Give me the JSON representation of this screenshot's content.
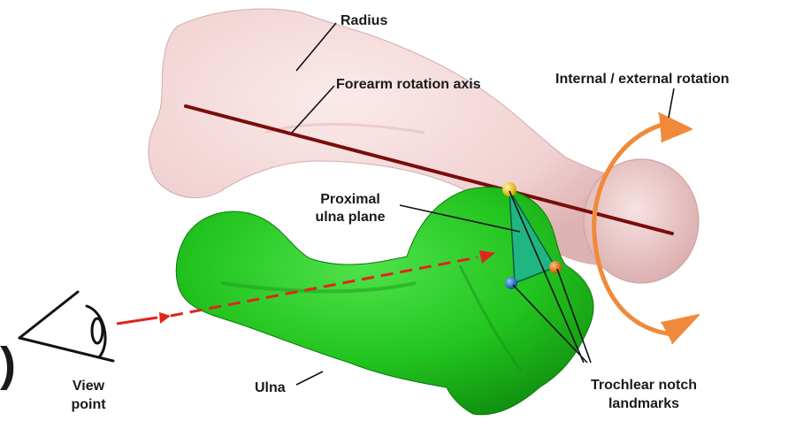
{
  "labels": {
    "radius": "Radius",
    "forearm_axis": "Forearm rotation axis",
    "rotation": "Internal / external rotation",
    "proximal_plane_line1": "Proximal",
    "proximal_plane_line2": "ulna plane",
    "ulna": "Ulna",
    "view_line1": "View",
    "view_line2": "point",
    "trochlear_line1": "Trochlear notch",
    "trochlear_line2": "landmarks",
    "edge_glyph": ")"
  },
  "colors": {
    "radius_fill": "#f2d4d4",
    "radius_stroke": "#d9b3b3",
    "ulna_fill": "#22c41f",
    "ulna_dark": "#128a10",
    "axis": "#7a0c0c",
    "view_arrow": "#e0241c",
    "rotation_arrow": "#f08a3a",
    "plane_fill": "#1fb394",
    "landmark_yellow": "#f3d21b",
    "landmark_orange": "#f08a1a",
    "landmark_blue": "#1f7fd6"
  },
  "icons": [
    "eye-icon",
    "rotation-arrow-icon"
  ]
}
